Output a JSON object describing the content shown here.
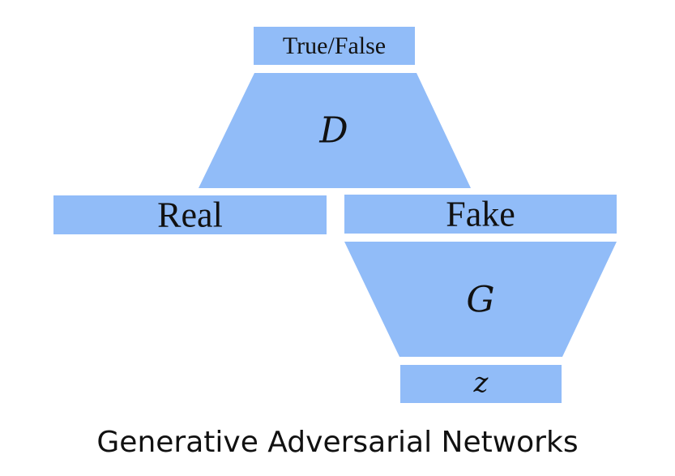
{
  "diagram": {
    "output_label": "True/False",
    "discriminator_label": "D",
    "real_label": "Real",
    "fake_label": "Fake",
    "generator_label": "G",
    "noise_label": "z",
    "caption": "Generative Adversarial Networks"
  },
  "colors": {
    "block_fill": "#91bcf8",
    "text": "#111111",
    "background": "#ffffff"
  }
}
